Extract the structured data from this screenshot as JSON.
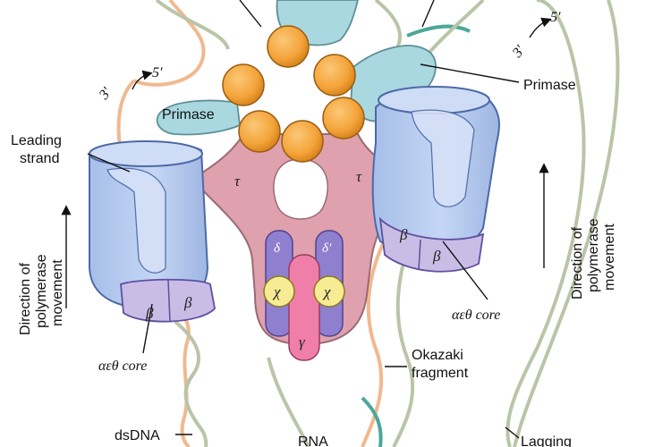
{
  "labels": {
    "primase_left": "Primase",
    "primase_right": "Primase",
    "leading_strand_line1": "Leading",
    "leading_strand_line2": "strand",
    "core_left": "αεθ core",
    "core_right": "αεθ core",
    "direction_left_line1": "Direction of",
    "direction_left_line2": "polymerase",
    "direction_left_line3": "movement",
    "direction_right_line1": "Direction of",
    "direction_right_line2": "polymerase",
    "direction_right_line3": "movement",
    "okazaki_line1": "Okazaki",
    "okazaki_line2": "fragment",
    "dsdna": "dsDNA",
    "rna": "RNA",
    "lagging": "Lagging",
    "polarity_left_3": "3′",
    "polarity_left_5": "5′",
    "polarity_right_3": "3′",
    "polarity_right_5": "5′"
  },
  "subunits": {
    "tau_left": "τ",
    "tau_right": "τ",
    "delta": "δ",
    "delta_prime": "δ′",
    "chi_left": "χ",
    "chi_right": "χ",
    "gamma": "γ",
    "beta_left_a": "β",
    "beta_left_b": "β",
    "beta_right_a": "β",
    "beta_right_b": "β"
  },
  "colors": {
    "helicase": "#f4a43a",
    "primase": "#a9d8e0",
    "tau_body": "#dfa1ad",
    "core": "#b7cdf0",
    "clamp": "#c9bde6",
    "delta": "#8f7fcf",
    "gamma": "#ef7fa8",
    "chi": "#f7ec93",
    "dna_orange": "#f0b98e",
    "dna_sage": "#b9c5a8",
    "rna_teal": "#4aa79a"
  }
}
